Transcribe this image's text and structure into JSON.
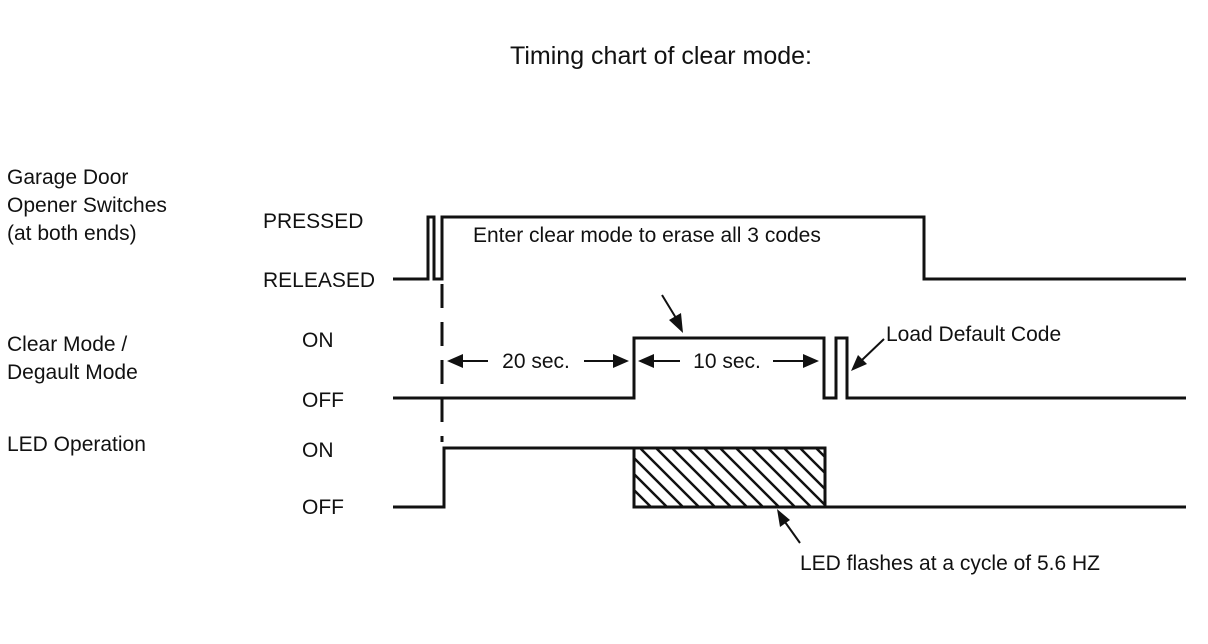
{
  "title": "Timing chart of clear mode:",
  "signals": [
    {
      "label_lines": [
        "Garage Door",
        "Opener Switches",
        "(at both ends)"
      ],
      "high_level": "PRESSED",
      "low_level": "RELEASED"
    },
    {
      "label_lines": [
        "Clear Mode /",
        "Degault Mode"
      ],
      "high_level": "ON",
      "low_level": "OFF"
    },
    {
      "label_lines": [
        "LED Operation"
      ],
      "high_level": "ON",
      "low_level": "OFF"
    }
  ],
  "annotations": {
    "enter_clear_mode": "Enter clear mode to erase all 3 codes",
    "interval_20": "20 sec.",
    "interval_10": "10 sec.",
    "load_default": "Load Default Code",
    "led_flash": "LED flashes at a cycle of 5.6 HZ"
  }
}
